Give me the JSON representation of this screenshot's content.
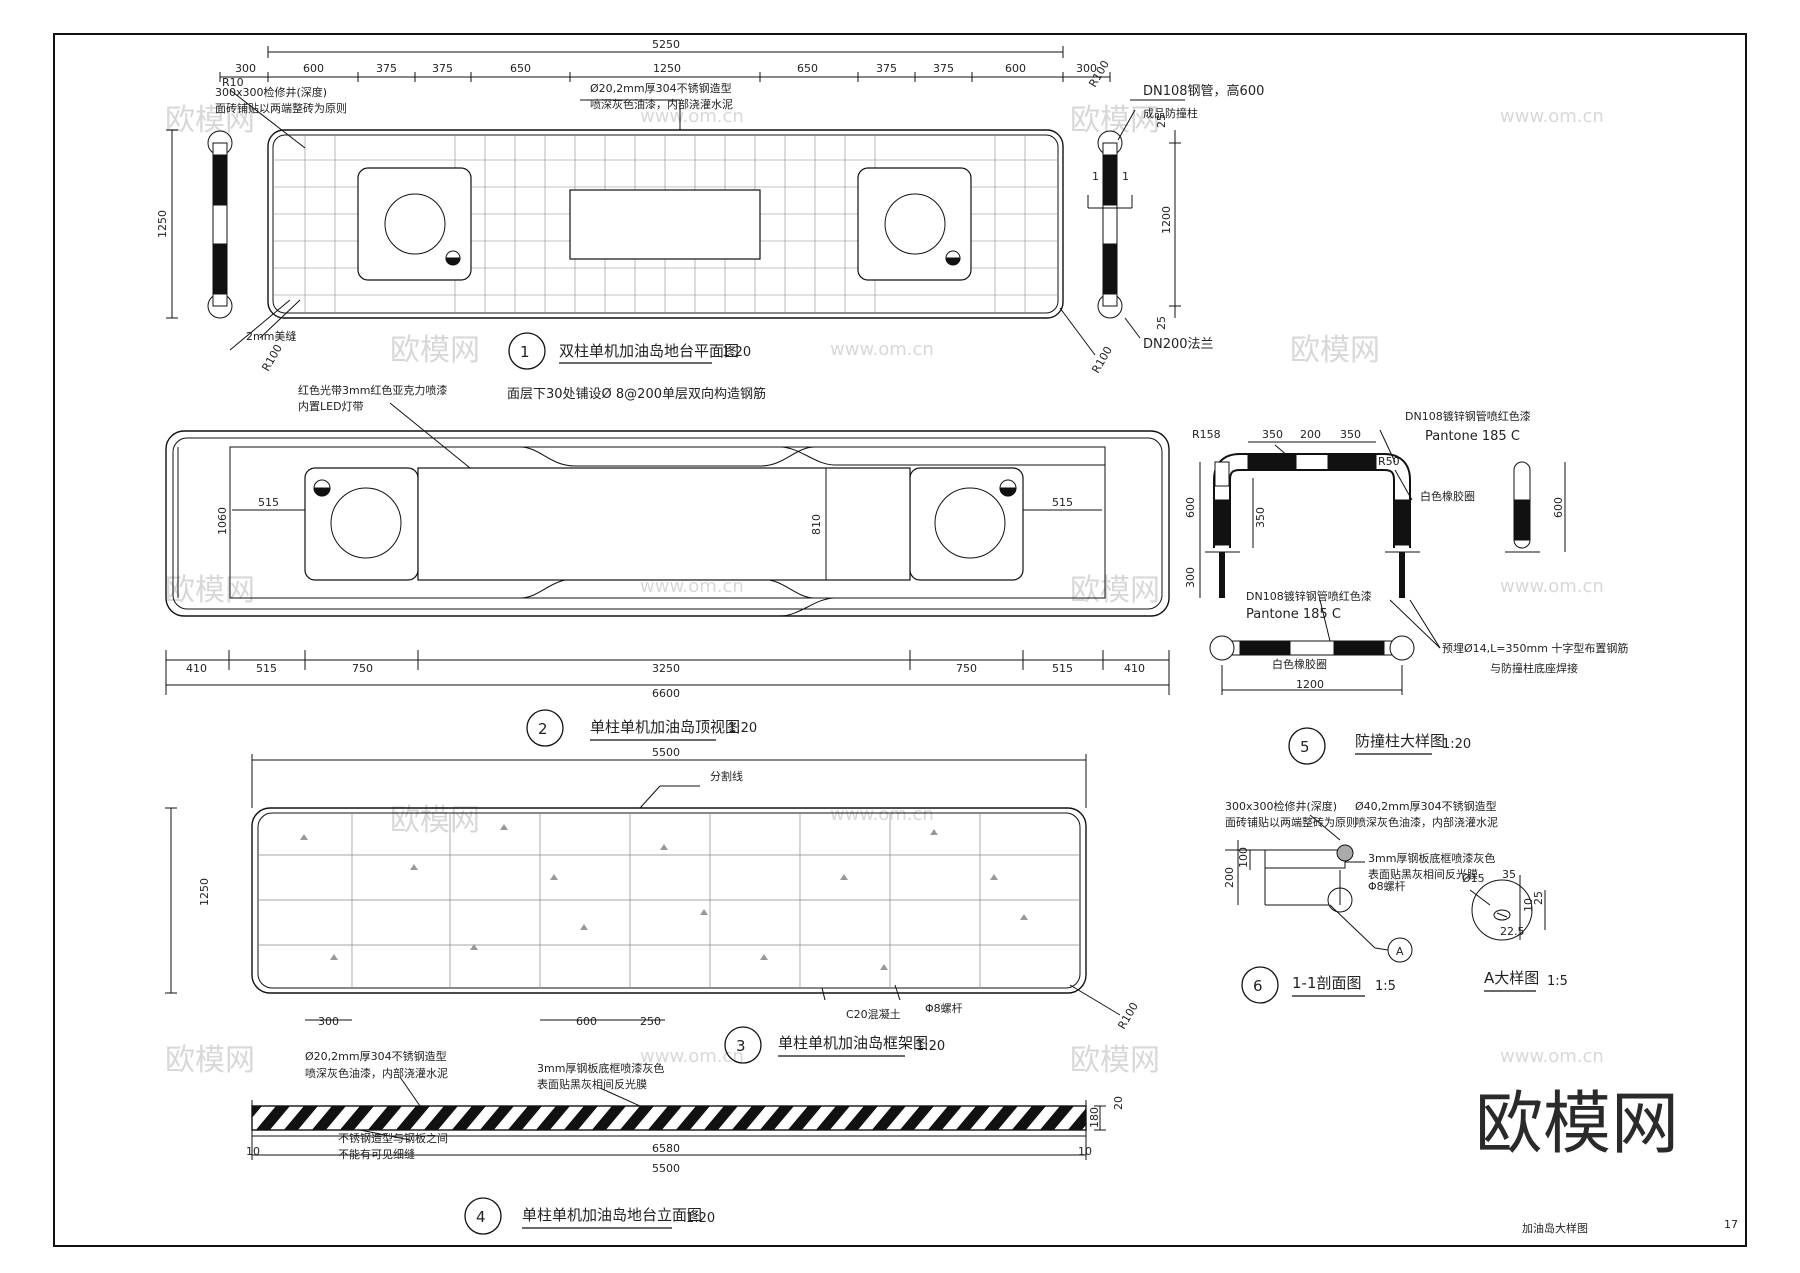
{
  "sheet": {
    "sheet_title": "加油岛大样图",
    "page_number": "17",
    "logo_text": "欧模网"
  },
  "watermark": {
    "text_cn": "欧模网",
    "text_url": "www.om.cn"
  },
  "drawing1": {
    "number": "1",
    "title": "双柱单机加油岛地台平面图",
    "scale": "1:20",
    "note_below": "面层下30处铺设Ø 8@200单层双向构造钢筋",
    "dims_top": [
      "300",
      "600",
      "375",
      "375",
      "650",
      "1250",
      "650",
      "375",
      "375",
      "600",
      "300"
    ],
    "overall_width": "5250",
    "height_left": "1250",
    "height_right": "1200",
    "dim_25_top": "25",
    "dim_25_bottom": "25",
    "callout_pipe_label": "DN108钢管，高600",
    "callout_pipe_sub": "成品防撞柱",
    "callout_flange": "DN200法兰",
    "callout_r100_top": "R100",
    "callout_r100_bottom": "R100",
    "callout_r100_left": "R100",
    "callout_r10_top_left": "R10",
    "callout_joint": "2mm美缝",
    "callout_pit_1": "300x300检修井(深度)",
    "callout_pit_2": "面砖铺贴以两端整砖为原则",
    "callout_rail_1": "Ø20,2mm厚304不锈钢造型",
    "callout_rail_2": "喷深灰色油漆，内部浇灌水泥",
    "section_mark": "1"
  },
  "drawing2": {
    "number": "2",
    "title": "单柱单机加油岛顶视图",
    "scale": "1:20",
    "callout_1": "红色光带3mm红色亚克力喷漆",
    "callout_2": "内置LED灯带",
    "dim_1060": "1060",
    "dim_810": "810",
    "dim_515_left": "515",
    "dim_515_right": "515",
    "dims_bottom": [
      "410",
      "515",
      "750",
      "3250",
      "750",
      "515",
      "410"
    ],
    "overall_width": "6600"
  },
  "drawing3": {
    "number": "3",
    "title": "单柱单机加油岛框架图",
    "scale": "1:20",
    "overall_width": "5500",
    "height": "1250",
    "callout_split": "分割线",
    "callout_concrete": "C20混凝土",
    "callout_bolt": "Φ8螺杆",
    "callout_r100": "R100",
    "dim_300": "300",
    "dim_600": "600",
    "dim_250": "250"
  },
  "drawing4": {
    "number": "4",
    "title": "单柱单机加油岛地台立面图",
    "scale": "1:20",
    "callout_rail_1": "Ø20,2mm厚304不锈钢造型",
    "callout_rail_2": "喷深灰色油漆，内部浇灌水泥",
    "callout_plate_1": "3mm厚钢板底框喷漆灰色",
    "callout_plate_2": "表面贴黑灰相间反光膜",
    "callout_gap_1": "不锈钢造型与钢板之间",
    "callout_gap_2": "不能有可见细缝",
    "dim_left": "10",
    "dim_right": "10",
    "dim_6580": "6580",
    "dim_5500": "5500",
    "dim_180": "180",
    "dim_20": "20"
  },
  "drawing5": {
    "number": "5",
    "title": "防撞柱大样图",
    "scale": "1:20",
    "r158": "R158",
    "r50": "R50",
    "dims_top": [
      "350",
      "200",
      "350"
    ],
    "dim_600_left": "600",
    "dim_300_left": "300",
    "dim_350_inner": "350",
    "dim_600_right": "600",
    "dim_1200": "1200",
    "callout_pipe_1": "DN108镀锌钢管喷红色漆",
    "callout_pantone_1": "Pantone 185 C",
    "callout_rubber": "白色橡胶圈",
    "callout_pipe_2": "DN108镀锌钢管喷红色漆",
    "callout_pantone_2": "Pantone 185 C",
    "callout_rubber_2": "白色橡胶圈",
    "callout_anchor_1": "预埋Ø14,L=350mm 十字型布置钢筋",
    "callout_anchor_2": "与防撞柱底座焊接"
  },
  "drawing6": {
    "number": "6",
    "title": "1-1剖面图",
    "scale": "1:5",
    "callout_pit_1": "300x300检修井(深度)",
    "callout_pit_2": "面砖铺贴以两端整砖为原则",
    "callout_rail_1": "Ø40,2mm厚304不锈钢造型",
    "callout_rail_2": "喷深灰色油漆，内部浇灌水泥",
    "callout_plate_1": "3mm厚钢板底框喷漆灰色",
    "callout_plate_2": "表面贴黑灰相间反光膜",
    "callout_bolt": "Φ8螺杆",
    "dim_200": "200",
    "dim_100": "100",
    "detail_mark": "A"
  },
  "drawingA": {
    "title": "A大样图",
    "scale": "1:5",
    "dim_15": "Ø15",
    "dim_35": "35",
    "dim_25": "25",
    "dim_10": "10",
    "dim_225": "22.5"
  }
}
